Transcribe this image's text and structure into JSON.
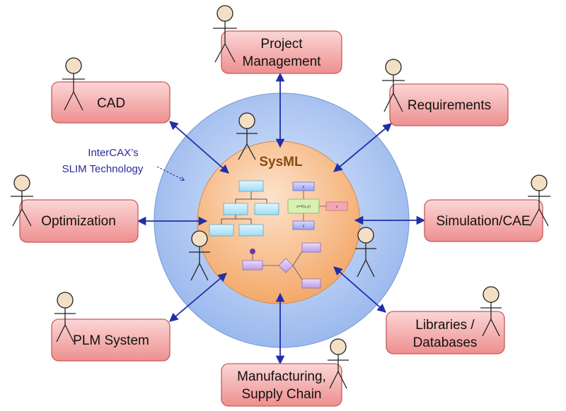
{
  "center": {
    "title": "SysML",
    "mini_labels": [
      "x",
      "z=f(x,y)",
      "z",
      "y"
    ]
  },
  "slim_label": {
    "line1": "InterCAX’s",
    "line2": "SLIM Technology"
  },
  "nodes": [
    {
      "id": "project-management",
      "lines": [
        "Project",
        "Management"
      ]
    },
    {
      "id": "cad",
      "lines": [
        "CAD"
      ]
    },
    {
      "id": "requirements",
      "lines": [
        "Requirements"
      ]
    },
    {
      "id": "optimization",
      "lines": [
        "Optimization"
      ]
    },
    {
      "id": "simulation-cae",
      "lines": [
        "Simulation/CAE"
      ]
    },
    {
      "id": "plm-system",
      "lines": [
        "PLM System"
      ]
    },
    {
      "id": "libraries-databases",
      "lines": [
        "Libraries /",
        "Databases"
      ]
    },
    {
      "id": "manufacturing-supply-chain",
      "lines": [
        "Manufacturing,",
        "Supply Chain"
      ]
    }
  ],
  "colors": {
    "node_fill": "#f6a6a6",
    "node_stroke": "#c85a5a",
    "outer_ring": "#a9c4f1",
    "inner_circle": "#f9c08c",
    "arrow": "#1f2fa8",
    "actor_fill": "#f3dfc4"
  }
}
